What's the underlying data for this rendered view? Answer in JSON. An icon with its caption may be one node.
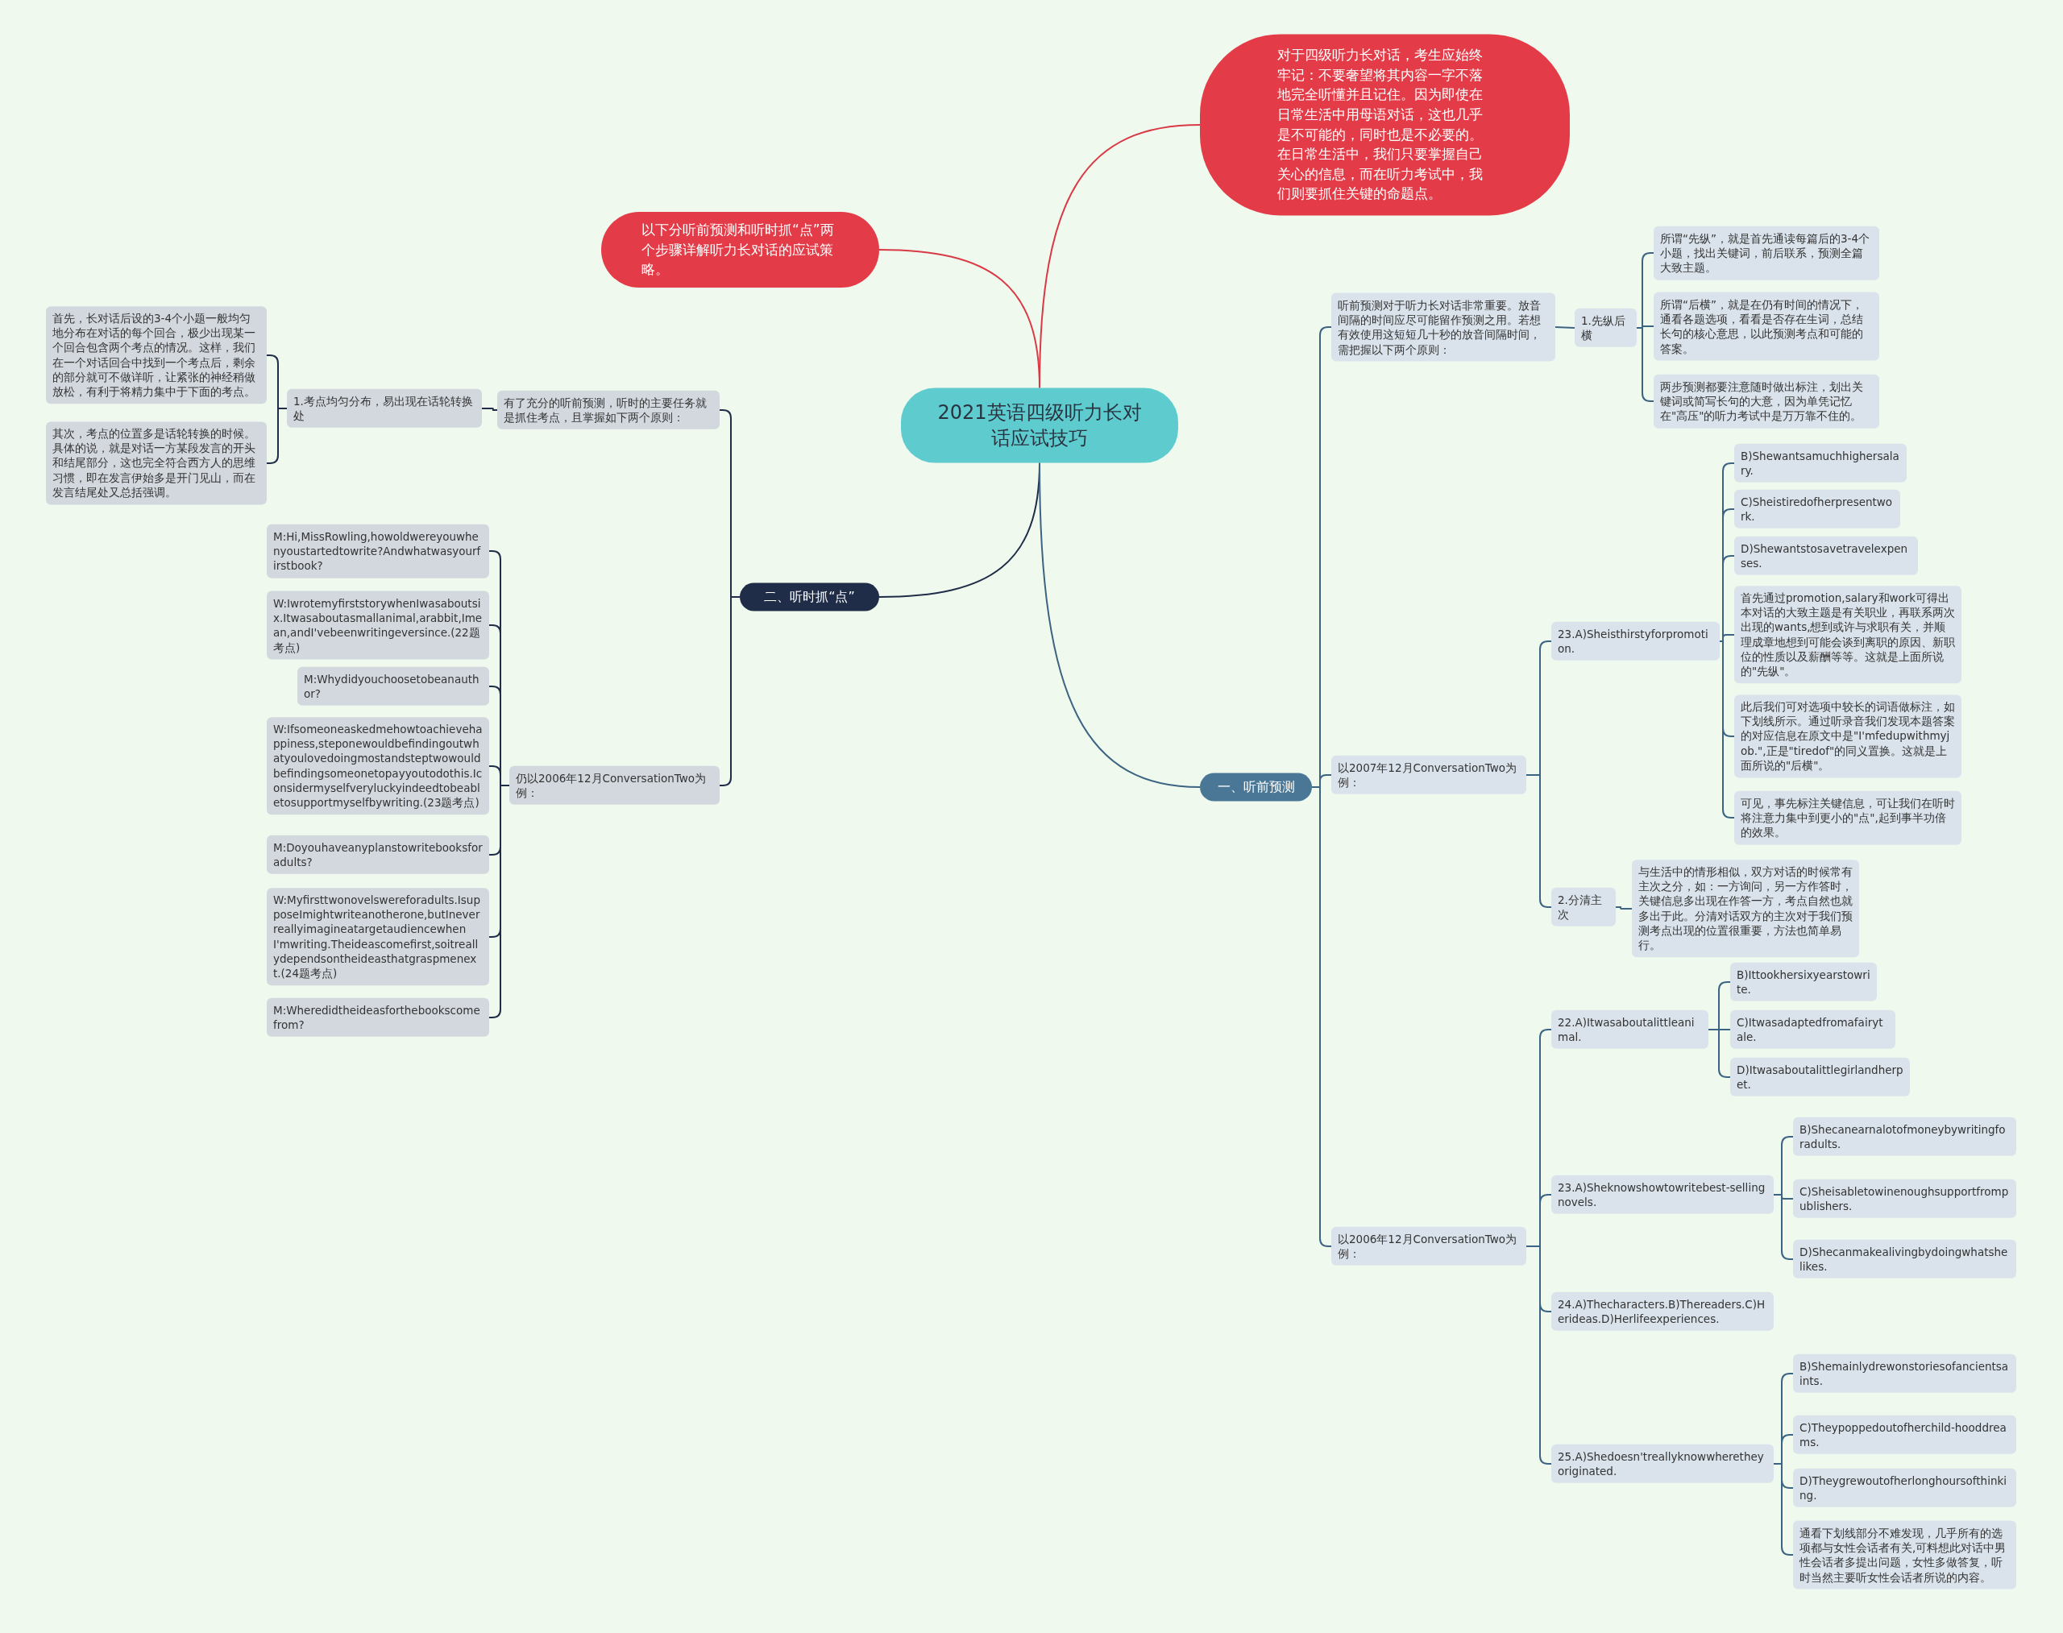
{
  "diagram": {
    "nodes": [
      {
        "text": [
          "2021英语四级听力长对话应试技巧"
        ]
      },
      {
        "text": [
          "对于四级听力长对话，考生应始终牢记：不要奢望将其内容一字不落地完全听懂并且记住。因为即使在日常生活中用母语对话，这也几乎是不可能的，同时也是不必要的。在日常生活中，我们只要掌握自己关心的信息，而在听力考试中，我们则要抓住关键的命题点。"
        ]
      },
      {
        "text": [
          "以下分听前预测和听时抓“点”两个步骤详解听力长对话的应试策略。"
        ]
      },
      {
        "text": [
          "二、听时抓“点”"
        ]
      },
      {
        "text": [
          "有了充分的听前预测，听时的主要任务就是抓住考点，且掌握如下两个原则："
        ]
      },
      {
        "text": [
          "1.考点均匀分布，易出现在话轮转换处"
        ]
      },
      {
        "text": [
          "首先，长对话后设的3-4个小题一般均匀地分布在对话的每个回合，极少出现某一个回合包含两个考点的情况。这样，我们在一个对话回合中找到一个考点后，剩余的部分就可不做详听，让紧张的神经稍做放松，有利于将精力集中于下面的考点。"
        ]
      },
      {
        "text": [
          "其次，考点的位置多是话轮转换的时候。具体的说，就是对话一方某段发言的开头和结尾部分，这也完全符合西方人的思维习惯，即在发言伊始多是开门见山，而在发言结尾处又总括强调。"
        ]
      },
      {
        "text": [
          "仍以2006年12月ConversationTwo为例："
        ]
      },
      {
        "text": [
          "M:Hi,MissRowling,howoldwereyouwhenyoustartedtowrite?Andwhatwasyourfirstbook?"
        ]
      },
      {
        "text": [
          "W:IwrotemyfirststorywhenIwasaboutsix.Itwasaboutasmallanimal,arabbit,Imean,andI'vebeenwritingeversince.(22题考点)"
        ]
      },
      {
        "text": [
          "M:Whydidyouchoosetobeanauthor?"
        ]
      },
      {
        "text": [
          "W:Ifsomeoneaskedmehowtoachievehappiness,steponewouldbefindingoutwhatyoulovedoingmostandsteptwowouldbefindingsomeonetopayyoutodothis.Iconsidermyselfveryluckyindeedtobeabletosupportmyselfbywriting.(23题考点)"
        ]
      },
      {
        "text": [
          "M:Doyouhaveanyplanstowritebooksforadults?"
        ]
      },
      {
        "text": [
          "W:Myfirsttwonovelswereforadults.IsupposeImightwriteanotherone,butIneverreallyimagineatargetaudiencewhenI'mwriting.Theideascomefirst,soitreallydependsontheideasthatgraspmenext.(24题考点)"
        ]
      },
      {
        "text": [
          "M:Wheredidtheideasforthebookscomefrom?"
        ]
      },
      {
        "text": [
          "一、听前预测"
        ]
      },
      {
        "text": [
          "听前预测对于听力长对话非常重要。放音间隔的时间应尽可能留作预测之用。若想有效使用这短短几十秒的放音间隔时间，需把握以下两个原则："
        ]
      },
      {
        "text": [
          "1.先纵后横"
        ]
      },
      {
        "text": [
          "所谓“先纵”，就是首先通读每篇后的3-4个小题，找出关键词，前后联系，预测全篇大致主题。"
        ]
      },
      {
        "text": [
          "所谓“后横”，就是在仍有时间的情况下，通看各题选项，看看是否存在生词，总结长句的核心意思，以此预测考点和可能的答案。"
        ]
      },
      {
        "text": [
          "两步预测都要注意随时做出标注，划出关键词或简写长句的大意，因为单凭记忆在\"高压\"的听力考试中是万万靠不住的。"
        ]
      },
      {
        "text": [
          "以2007年12月ConversationTwo为例："
        ]
      },
      {
        "text": [
          "23.A)Sheisthirstyforpromotion."
        ]
      },
      {
        "text": [
          "B)Shewantsamuchhighersalary."
        ]
      },
      {
        "text": [
          "C)Sheistiredofherpresentwork."
        ]
      },
      {
        "text": [
          "D)Shewantstosavetravelexpenses."
        ]
      },
      {
        "text": [
          "首先通过promotion,salary和work可得出本对话的大致主题是有关职业，再联系两次出现的wants,想到或许与求职有关，并顺理成章地想到可能会谈到离职的原因、新职位的性质以及薪酬等等。这就是上面所说的\"先纵\"。"
        ]
      },
      {
        "text": [
          "此后我们可对选项中较长的词语做标注，如下划线所示。通过听录音我们发现本题答案的对应信息在原文中是\"I'mfedupwithmyjob.\",正是\"tiredof\"的同义置换。这就是上面所说的\"后横\"。"
        ]
      },
      {
        "text": [
          "可见，事先标注关键信息，可让我们在听时将注意力集中到更小的\"点\",起到事半功倍的效果。"
        ]
      },
      {
        "text": [
          "2.分清主次"
        ]
      },
      {
        "text": [
          "与生活中的情形相似，双方对话的时候常有主次之分，如：一方询问，另一方作答时，关键信息多出现在作答一方，考点自然也就多出于此。分清对话双方的主次对于我们预测考点出现的位置很重要，方法也简单易行。"
        ]
      },
      {
        "text": [
          "以2006年12月ConversationTwo为例："
        ]
      },
      {
        "text": [
          "22.A)Itwasaboutalittleanimal."
        ]
      },
      {
        "text": [
          "B)Ittookhersixyearstowrite."
        ]
      },
      {
        "text": [
          "C)Itwasadaptedfromafairytale."
        ]
      },
      {
        "text": [
          "D)Itwasaboutalittlegirlandherpet."
        ]
      },
      {
        "text": [
          "23.A)Sheknowshowtowritebest-sellingnovels."
        ]
      },
      {
        "text": [
          "B)Shecanearnalotofmoneybywritingforadults."
        ]
      },
      {
        "text": [
          "C)Sheisabletowinenoughsupportfrompublishers."
        ]
      },
      {
        "text": [
          "D)Shecanmakealivingbydoingwhatshelikes."
        ]
      },
      {
        "text": [
          "24.A)Thecharacters.B)Thereaders.C)Herideas.D)Herlifeexperiences."
        ]
      },
      {
        "text": [
          "25.A)Shedoesn'treallyknowwheretheyoriginated."
        ]
      },
      {
        "text": [
          "B)Shemainlydrewonstoriesofancientsaints."
        ]
      },
      {
        "text": [
          "C)Theypoppedoutofherchild-hooddreams."
        ]
      },
      {
        "text": [
          "D)Theygrewoutofherlonghoursofthinking."
        ]
      },
      {
        "text": [
          "通看下划线部分不难发现，几乎所有的选项都与女性会话者有关,可料想此对话中男性会话者多提出问题，女性多做答复，听时当然主要听女性会话者所说的内容。"
        ]
      }
    ],
    "edges": [
      {
        "from": 0,
        "to": 1,
        "arrow": "none",
        "color": "#d93a45"
      },
      {
        "from": 0,
        "to": 2,
        "arrow": "none",
        "color": "#d93a45"
      },
      {
        "from": 0,
        "to": 3,
        "arrow": "none",
        "color": "#1f2d48"
      },
      {
        "from": 3,
        "to": 4,
        "arrow": "none",
        "color": "#1f2d48"
      },
      {
        "from": 4,
        "to": 5,
        "arrow": "none",
        "color": "#1f2d48"
      },
      {
        "from": 5,
        "to": 6,
        "arrow": "none",
        "color": "#1f2d48"
      },
      {
        "from": 5,
        "to": 7,
        "arrow": "none",
        "color": "#1f2d48"
      },
      {
        "from": 3,
        "to": 8,
        "arrow": "none",
        "color": "#1f2d48"
      },
      {
        "from": 8,
        "to": 9,
        "arrow": "none",
        "color": "#1f2d48"
      },
      {
        "from": 8,
        "to": 10,
        "arrow": "none",
        "color": "#1f2d48"
      },
      {
        "from": 8,
        "to": 11,
        "arrow": "none",
        "color": "#1f2d48"
      },
      {
        "from": 8,
        "to": 12,
        "arrow": "none",
        "color": "#1f2d48"
      },
      {
        "from": 8,
        "to": 13,
        "arrow": "none",
        "color": "#1f2d48"
      },
      {
        "from": 8,
        "to": 14,
        "arrow": "none",
        "color": "#1f2d48"
      },
      {
        "from": 8,
        "to": 15,
        "arrow": "none",
        "color": "#1f2d48"
      },
      {
        "from": 0,
        "to": 16,
        "arrow": "none"
      },
      {
        "from": 16,
        "to": 17,
        "arrow": "none"
      },
      {
        "from": 17,
        "to": 18,
        "arrow": "none"
      },
      {
        "from": 18,
        "to": 19,
        "arrow": "none"
      },
      {
        "from": 18,
        "to": 20,
        "arrow": "none"
      },
      {
        "from": 18,
        "to": 21,
        "arrow": "none"
      },
      {
        "from": 16,
        "to": 22,
        "arrow": "none"
      },
      {
        "from": 22,
        "to": 23,
        "arrow": "none"
      },
      {
        "from": 23,
        "to": 24,
        "arrow": "none"
      },
      {
        "from": 23,
        "to": 25,
        "arrow": "none"
      },
      {
        "from": 23,
        "to": 26,
        "arrow": "none"
      },
      {
        "from": 23,
        "to": 27,
        "arrow": "none"
      },
      {
        "from": 23,
        "to": 28,
        "arrow": "none"
      },
      {
        "from": 23,
        "to": 29,
        "arrow": "none"
      },
      {
        "from": 22,
        "to": 30,
        "arrow": "none"
      },
      {
        "from": 30,
        "to": 31,
        "arrow": "none"
      },
      {
        "from": 16,
        "to": 32,
        "arrow": "none"
      },
      {
        "from": 32,
        "to": 33,
        "arrow": "none"
      },
      {
        "from": 33,
        "to": 34,
        "arrow": "none"
      },
      {
        "from": 33,
        "to": 35,
        "arrow": "none"
      },
      {
        "from": 33,
        "to": 36,
        "arrow": "none"
      },
      {
        "from": 32,
        "to": 37,
        "arrow": "none"
      },
      {
        "from": 37,
        "to": 38,
        "arrow": "none"
      },
      {
        "from": 37,
        "to": 39,
        "arrow": "none"
      },
      {
        "from": 37,
        "to": 40,
        "arrow": "none"
      },
      {
        "from": 32,
        "to": 41,
        "arrow": "none"
      },
      {
        "from": 32,
        "to": 42,
        "arrow": "none"
      },
      {
        "from": 42,
        "to": 43,
        "arrow": "none"
      },
      {
        "from": 42,
        "to": 44,
        "arrow": "none"
      },
      {
        "from": 42,
        "to": 45,
        "arrow": "none"
      },
      {
        "from": 42,
        "to": 46,
        "arrow": "none"
      }
    ]
  }
}
